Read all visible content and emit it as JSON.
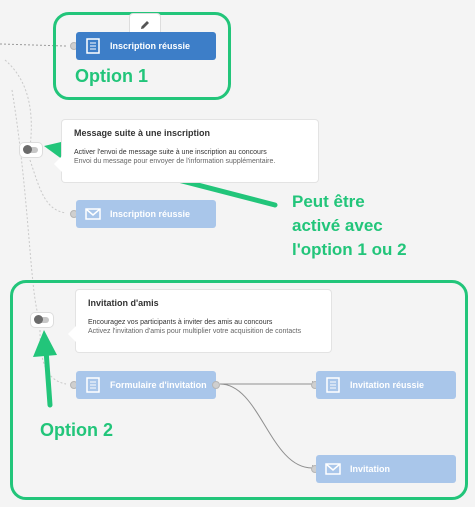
{
  "nodes": {
    "inscription_reussie_top": "Inscription réussie",
    "inscription_reussie_mid": "Inscription réussie",
    "formulaire_invitation": "Formulaire d'invitation",
    "invitation_reussie": "Invitation réussie",
    "invitation": "Invitation"
  },
  "card_message": {
    "title": "Message suite à une inscription",
    "line1": "Activer l'envoi de message suite à une inscription au concours",
    "line2": "Envoi du message pour envoyer de l'information supplémentaire."
  },
  "card_invitation": {
    "title": "Invitation d'amis",
    "line1": "Encouragez vos participants à inviter des amis au concours",
    "line2": "Activez l'invitation d'amis pour multiplier votre acquisition de contacts"
  },
  "annotations": {
    "option1": "Option 1",
    "option2": "Option 2",
    "peut_line1": "Peut être",
    "peut_line2": "activé avec",
    "peut_line3": "l'option 1 ou 2"
  },
  "colors": {
    "annotation_green": "#22c57a",
    "node_active": "#3d7ec8",
    "node_inactive": "#a9c6ea"
  },
  "icons": {
    "form": "document-lines-icon",
    "email": "envelope-icon",
    "edit": "pencil-icon"
  }
}
